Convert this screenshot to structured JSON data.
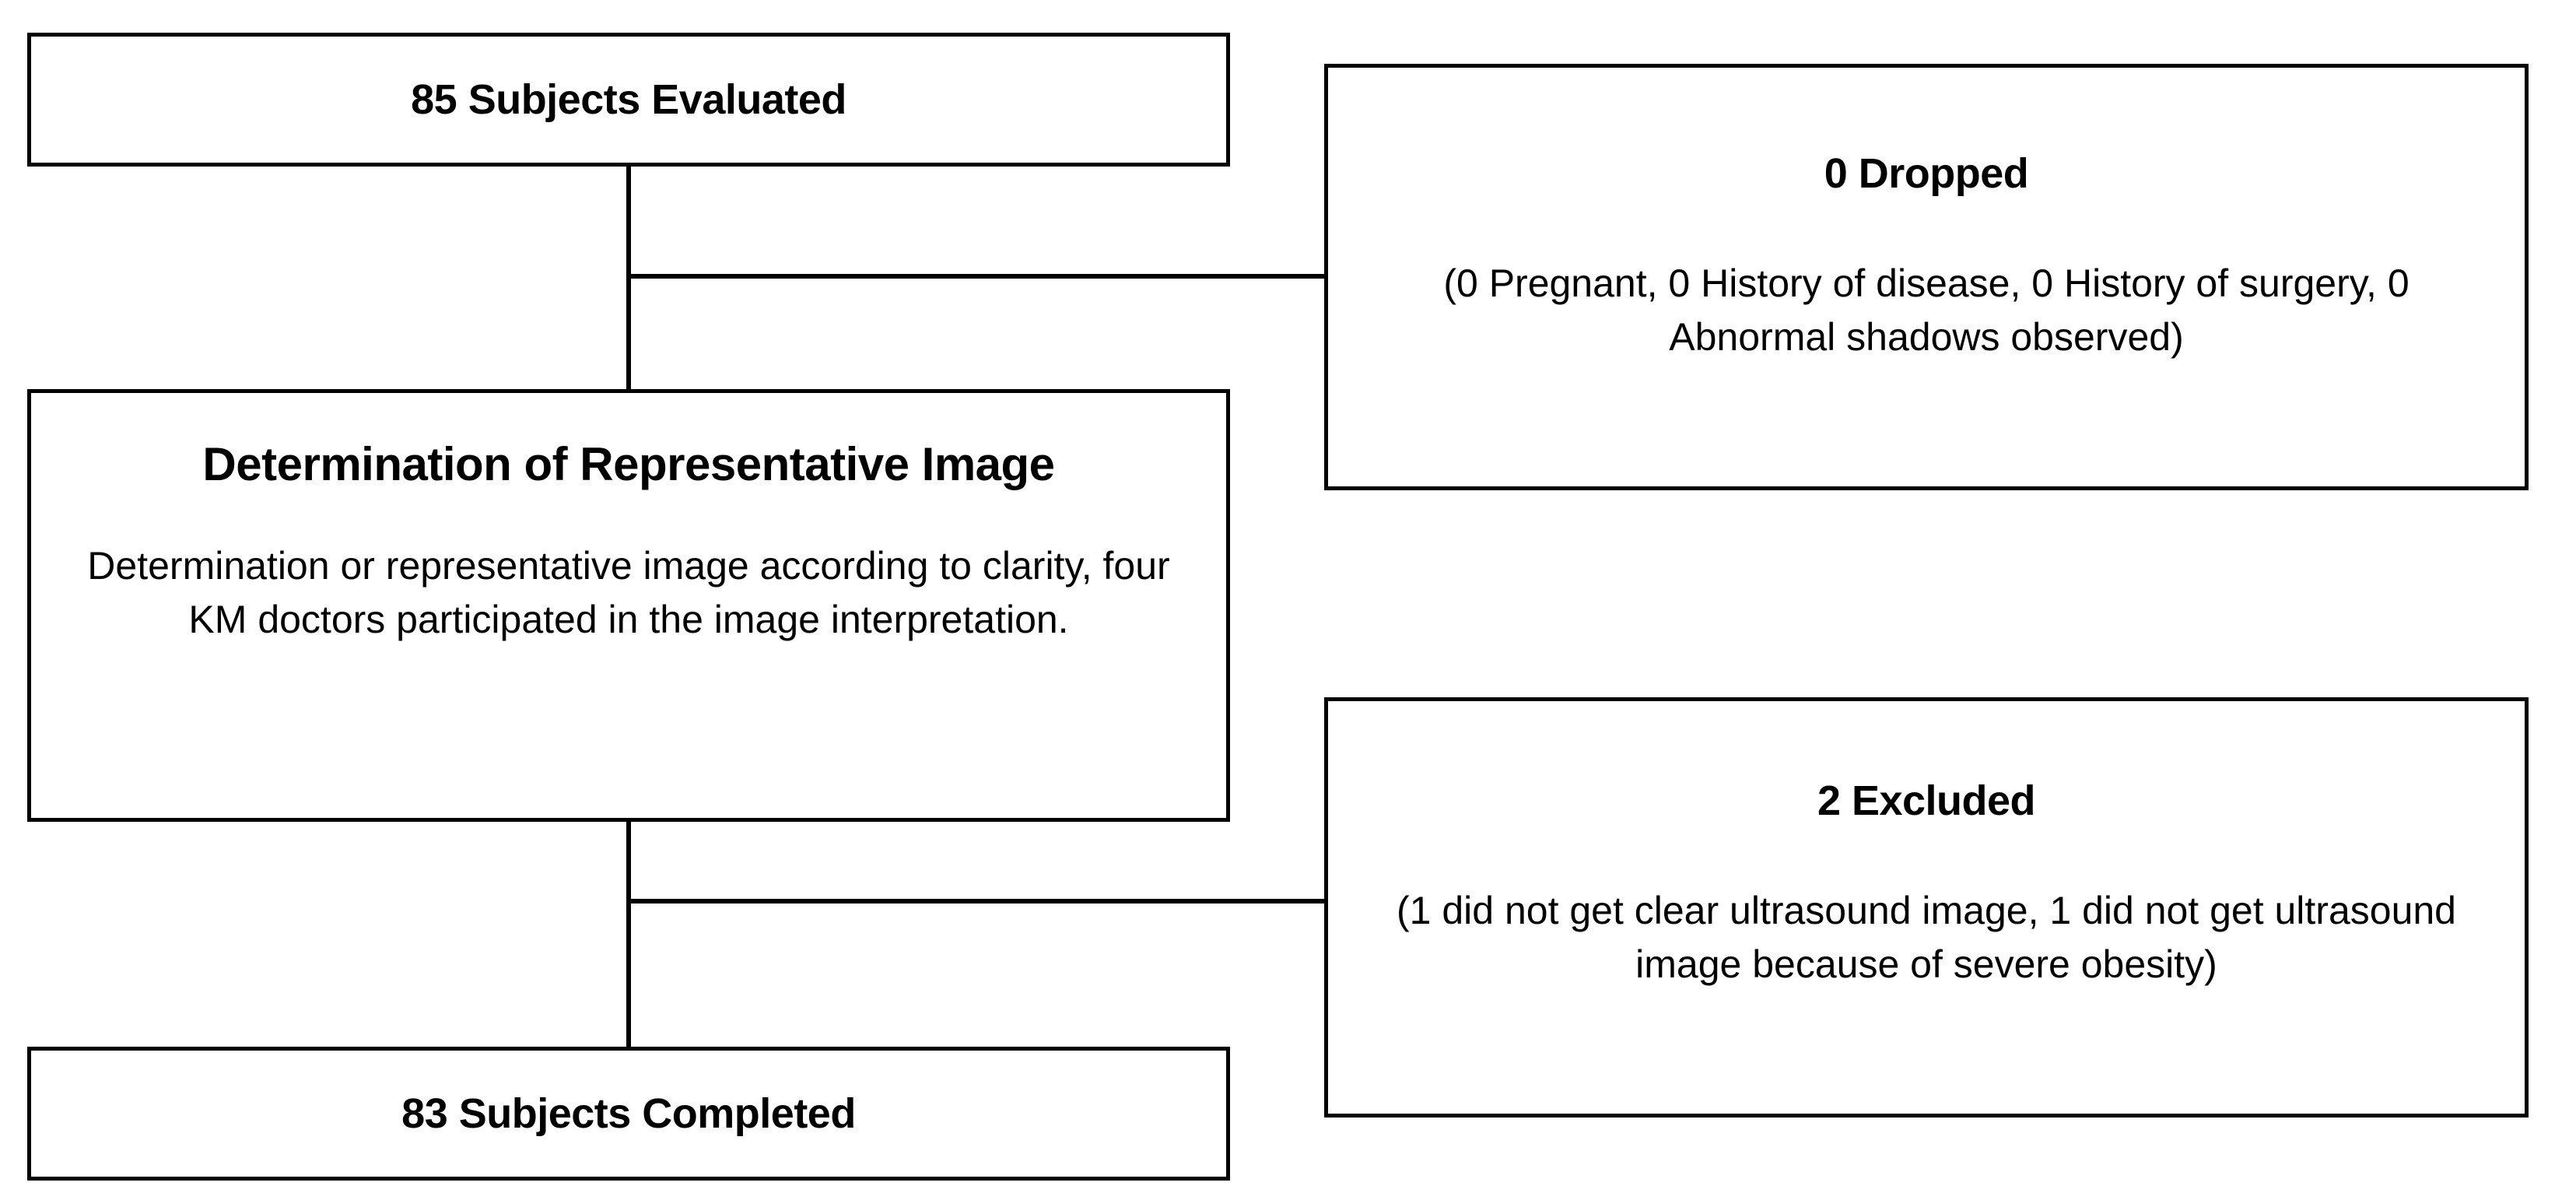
{
  "flowchart": {
    "nodes": [
      {
        "id": "evaluated",
        "title": "85 Subjects Evaluated",
        "body": ""
      },
      {
        "id": "dropped",
        "title": "0 Dropped",
        "body": "(0 Pregnant, 0 History of disease, 0 History of surgery, 0 Abnormal shadows observed)"
      },
      {
        "id": "determination",
        "title": "Determination of Representative Image",
        "body": "Determination or representative image according to clarity, four KM doctors participated in the image interpretation."
      },
      {
        "id": "excluded",
        "title": "2 Excluded",
        "body": "(1 did not get clear ultrasound image, 1 did not get ultrasound image because of severe obesity)"
      },
      {
        "id": "completed",
        "title": "83 Subjects Completed",
        "body": ""
      }
    ],
    "colors": {
      "border": "#000000",
      "background": "#ffffff",
      "text": "#000000"
    }
  }
}
